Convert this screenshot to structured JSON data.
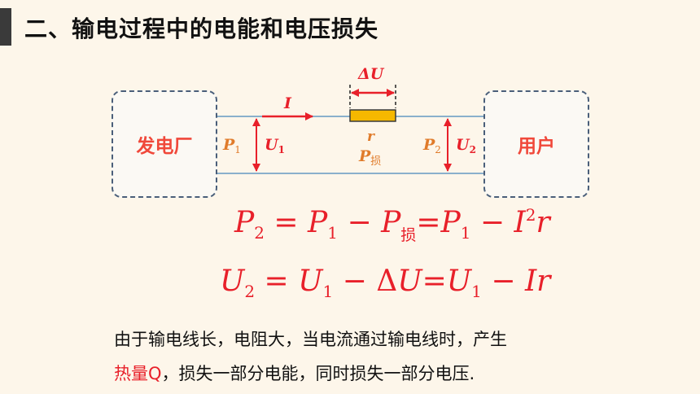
{
  "header": {
    "title": "二、输电过程中的电能和电压损失"
  },
  "diagram": {
    "left_box": "发电厂",
    "right_box": "用户",
    "current_label": "I",
    "delta_u_label": "ΔU",
    "resistor_label": "r",
    "p_loss_label": "P",
    "p_loss_sub": "损",
    "p1_label": "P",
    "p1_sub": "1",
    "u1_label": "U",
    "u1_sub": "1",
    "p2_label": "P",
    "p2_sub": "2",
    "u2_label": "U",
    "u2_sub": "2",
    "colors": {
      "red": "#e8202a",
      "orange": "#e07b2a",
      "wire": "#8ab0cc",
      "resistor": "#f5b800",
      "box_border": "#4a5f7a"
    }
  },
  "equations": {
    "eq1": {
      "P2": "P",
      "s2": "2",
      "eqa": " = ",
      "P1": "P",
      "s1": "1",
      "minus1": " − ",
      "Ploss": "P",
      "loss": "损",
      "eqb": "=",
      "P1b": "P",
      "s1b": "1",
      "minus2": " − ",
      "I": "I",
      "sq": "2",
      "r": "r"
    },
    "eq2": {
      "U2": "U",
      "s2": "2",
      "eqa": " = ",
      "U1": "U",
      "s1": "1",
      "minus1": " − ",
      "dU": "Δ",
      "U": "U",
      "eqb": "=",
      "U1b": "U",
      "s1b": "1",
      "minus2": " − ",
      "Ir": "Ir"
    }
  },
  "description": {
    "line1": "由于输电线长，电阻大，当电流通过输电线时，产生",
    "line2_highlight": "热量Q",
    "line2_rest": "，损失一部分电能，同时损失一部分电压."
  }
}
